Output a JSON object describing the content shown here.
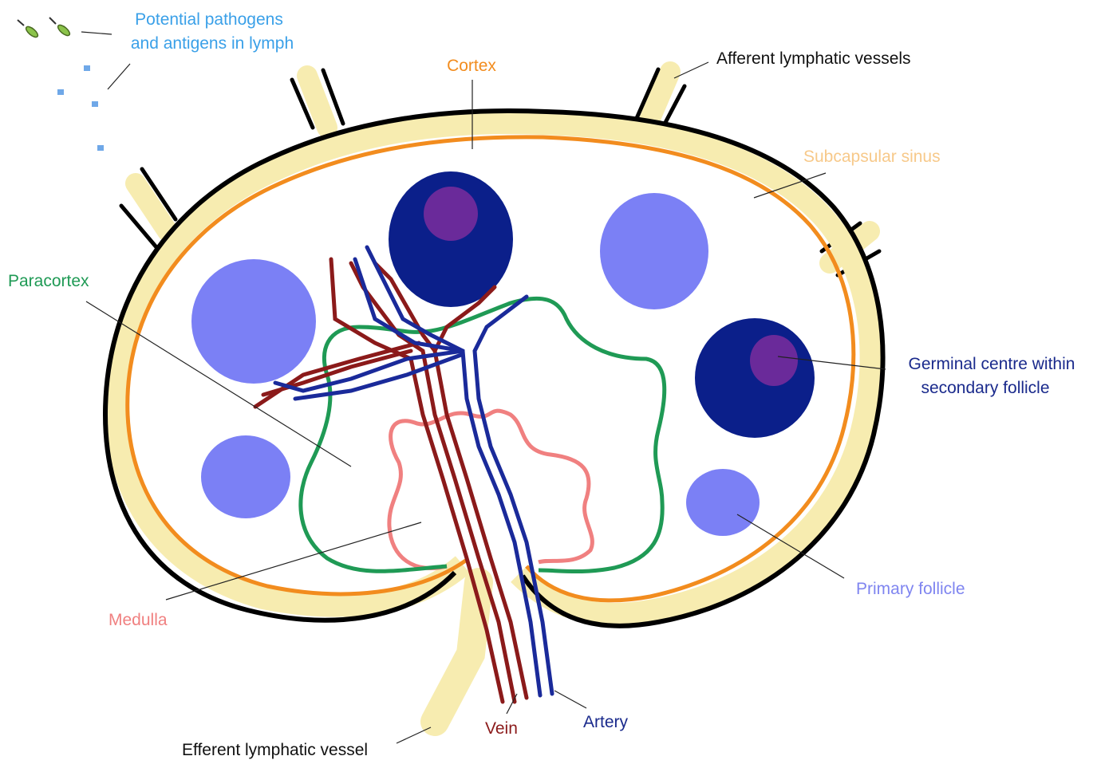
{
  "labels": {
    "pathogens_line1": "Potential pathogens",
    "pathogens_line2": "and antigens in lymph",
    "cortex": "Cortex",
    "afferent": "Afferent lymphatic vessels",
    "subcapsular": "Subcapsular sinus",
    "paracortex": "Paracortex",
    "germinal_line1": "Germinal centre within",
    "germinal_line2": "secondary follicle",
    "primary_follicle": "Primary follicle",
    "medulla": "Medulla",
    "vein": "Vein",
    "artery": "Artery",
    "efferent": "Efferent lymphatic vessel"
  },
  "colors": {
    "pathogens_label": "#3aa0e8",
    "cortex_label": "#f28c1e",
    "subcapsular_label": "#f7c98a",
    "paracortex_label": "#1f9a55",
    "germinal_label": "#1a2a8c",
    "primary_label": "#7f85f0",
    "medulla_label": "#f08080",
    "vein_label": "#8b1a1a",
    "artery_label": "#1a2a8c",
    "black_label": "#111111",
    "capsule": "#000000",
    "sinus_fill": "#f7ecb0",
    "cortex_line": "#f28c1e",
    "primary_follicle": "#7b80f5",
    "secondary_follicle": "#0b1f8a",
    "germinal_centre": "#6a2a9a",
    "paracortex_line": "#1f9a55",
    "medulla_line": "#f08080",
    "vein": "#8b1a1a",
    "artery": "#1a2a9a",
    "bacteria": "#8bc34a",
    "antigen": "#6fa8e8"
  }
}
